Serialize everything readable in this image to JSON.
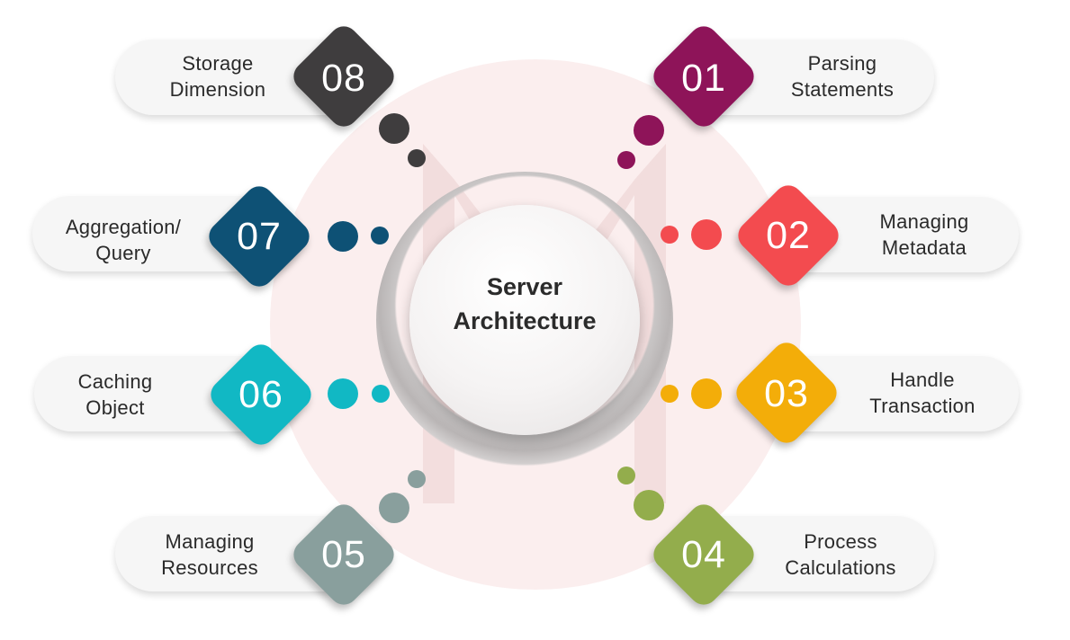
{
  "center": {
    "line1": "Server",
    "line2": "Architecture"
  },
  "items": [
    {
      "num": "01",
      "line1": "Parsing",
      "line2": "Statements",
      "color": "#8e1459"
    },
    {
      "num": "02",
      "line1": "Managing",
      "line2": "Metadata",
      "color": "#f34b4f"
    },
    {
      "num": "03",
      "line1": "Handle",
      "line2": "Transaction",
      "color": "#f3ad09"
    },
    {
      "num": "04",
      "line1": "Process",
      "line2": "Calculations",
      "color": "#93ad4c"
    },
    {
      "num": "05",
      "line1": "Managing",
      "line2": "Resources",
      "color": "#899f9d"
    },
    {
      "num": "06",
      "line1": "Caching",
      "line2": "Object",
      "color": "#11b8c4"
    },
    {
      "num": "07",
      "line1": "Aggregation/",
      "line2": "Query",
      "color": "#0e5175"
    },
    {
      "num": "08",
      "line1": "Storage",
      "line2": "Dimension",
      "color": "#3f3d3e"
    }
  ]
}
